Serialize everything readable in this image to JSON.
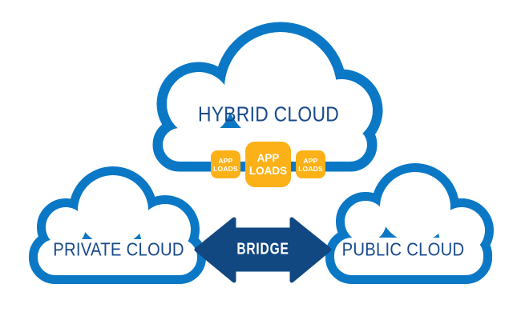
{
  "diagram": {
    "hybrid_cloud": {
      "label": "HYBRID CLOUD"
    },
    "private_cloud": {
      "label": "PRIVATE CLOUD"
    },
    "public_cloud": {
      "label": "PUBLIC CLOUD"
    },
    "bridge": {
      "label": "BRIDGE"
    },
    "badges": [
      {
        "size": "small",
        "lines": [
          "APP",
          "LOADS"
        ]
      },
      {
        "size": "large",
        "lines": [
          "APP",
          "LOADS"
        ]
      },
      {
        "size": "small",
        "lines": [
          "APP",
          "LOADS"
        ]
      }
    ],
    "colors": {
      "cloud_outline": "#0B78C6",
      "bridge_navy": "#124881",
      "label_navy": "#17498C",
      "badge_yellow": "#FBB117",
      "badge_text": "#FFFFFF",
      "background": "#FFFFFF"
    }
  }
}
